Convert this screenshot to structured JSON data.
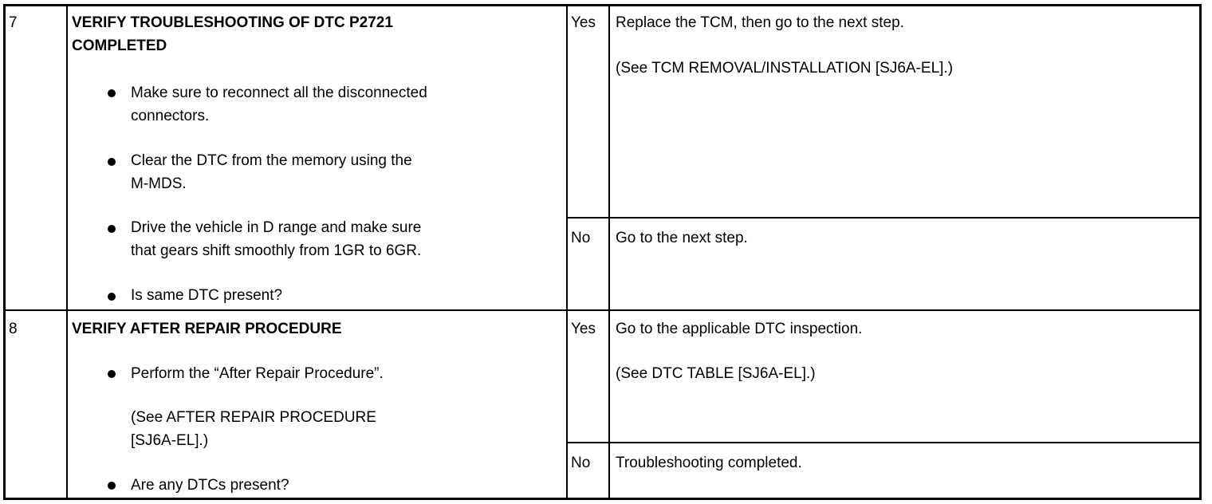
{
  "rows": [
    {
      "step": "7",
      "title_lines": [
        "VERIFY TROUBLESHOOTING OF DTC P2721",
        "COMPLETED"
      ],
      "bullets": [
        {
          "lines": [
            "Make sure to reconnect all the disconnected",
            "connectors."
          ]
        },
        {
          "lines": [
            "Clear the DTC from the memory using the",
            "M-MDS."
          ]
        },
        {
          "lines": [
            "Drive the vehicle in D range and make sure",
            "that gears shift smoothly from 1GR to 6GR."
          ]
        },
        {
          "lines": [
            "Is same DTC present?"
          ]
        }
      ],
      "yes_label": "Yes",
      "yes_lines": [
        "Replace the TCM, then go to the next step.",
        "(See TCM REMOVAL/INSTALLATION [SJ6A-EL].)"
      ],
      "no_label": "No",
      "no_lines": [
        "Go to the next step."
      ]
    },
    {
      "step": "8",
      "title_lines": [
        "VERIFY AFTER REPAIR PROCEDURE"
      ],
      "bullets": [
        {
          "lines": [
            "Perform the “After Repair Procedure”."
          ],
          "sub_lines": [
            "(See AFTER REPAIR PROCEDURE",
            "[SJ6A-EL].)"
          ]
        },
        {
          "lines": [
            "Are any DTCs present?"
          ]
        }
      ],
      "yes_label": "Yes",
      "yes_lines": [
        "Go to the applicable DTC inspection.",
        "(See DTC TABLE [SJ6A-EL].)"
      ],
      "no_label": "No",
      "no_lines": [
        "Troubleshooting completed."
      ]
    }
  ]
}
